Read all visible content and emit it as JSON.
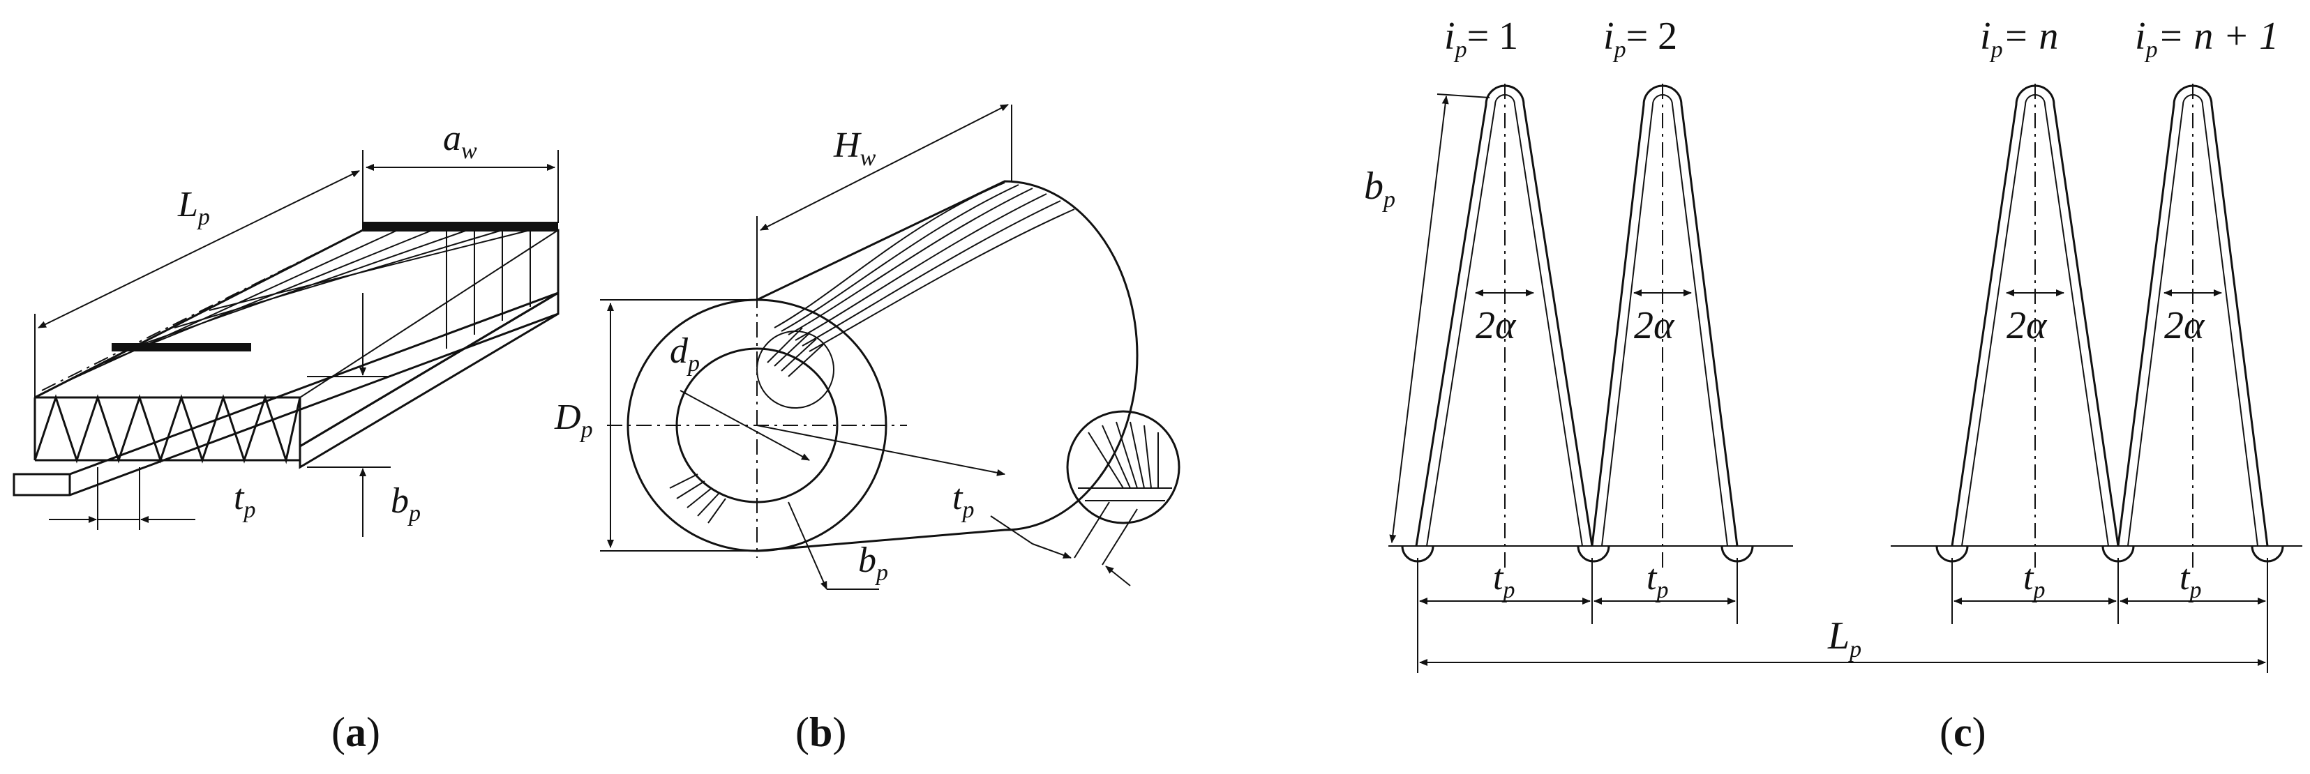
{
  "panel_a": {
    "caption": {
      "open": "(",
      "letter": "a",
      "close": ")"
    },
    "L": "L",
    "L_sub": "p",
    "a": "a",
    "a_sub": "w",
    "t": "t",
    "t_sub": "p",
    "b": "b",
    "b_sub": "p"
  },
  "panel_b": {
    "caption": {
      "open": "(",
      "letter": "b",
      "close": ")"
    },
    "H": "H",
    "H_sub": "w",
    "D": "D",
    "D_sub": "p",
    "d": "d",
    "d_sub": "p",
    "t": "t",
    "t_sub": "p",
    "b": "b",
    "b_sub": "p"
  },
  "panel_c": {
    "caption": {
      "open": "(",
      "letter": "c",
      "close": ")"
    },
    "i": "i",
    "i_sub": "p",
    "pleat_labels": [
      "= 1",
      "= 2",
      "= n",
      "= n + 1"
    ],
    "angle": "2α",
    "b": "b",
    "b_sub": "p",
    "t": "t",
    "t_sub": "p",
    "L": "L",
    "L_sub": "p"
  }
}
